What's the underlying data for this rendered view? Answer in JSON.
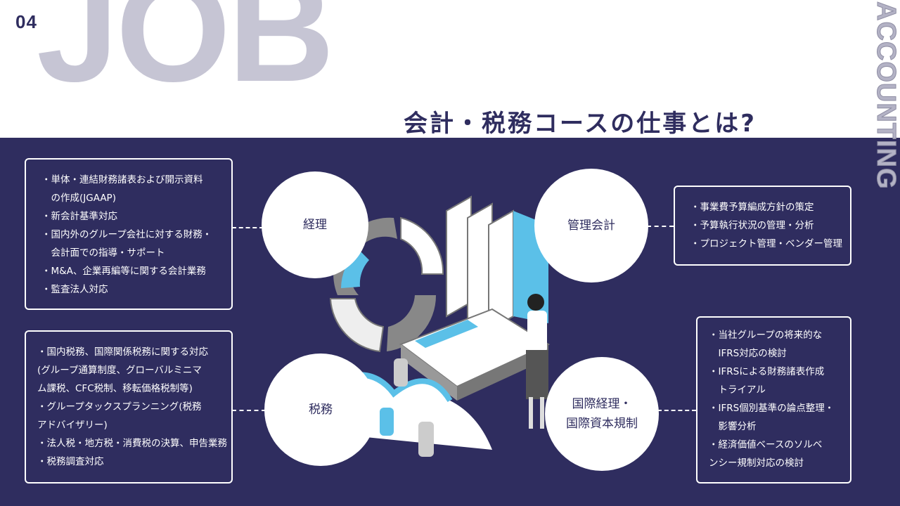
{
  "header": {
    "number": "04",
    "big_word": "JOB",
    "title": "会計・税務コースの仕事とは?",
    "vertical_label": "ACCOUNTING"
  },
  "roles": [
    {
      "name": "経理",
      "items": [
        "・単体・連結財務諸表および開示資料",
        "　の作成(JGAAP)",
        "・新会計基準対応",
        "・国内外のグループ会社に対する財務・",
        "　会計面での指導・サポート",
        "・M&A、企業再編等に関する会計業務",
        "・監査法人対応"
      ]
    },
    {
      "name": "管理会計",
      "items": [
        "・事業費予算編成方針の策定",
        "・予算執行状況の管理・分析",
        "・プロジェクト管理・ベンダー管理"
      ]
    },
    {
      "name": "税務",
      "items": [
        "・国内税務、国際関係税務に関する対応",
        "(グループ通算制度、グローバルミニマ",
        "ム課税、CFC税制、移転価格税制等)",
        "・グループタックスプランニング(税務",
        "アドバイザリー)",
        "・法人税・地方税・消費税の決算、申告業務",
        "・税務調査対応"
      ]
    },
    {
      "name_line1": "国際経理・",
      "name_line2": "国際資本規制",
      "items": [
        "・当社グループの将来的な",
        "　IFRS対応の検討",
        "・IFRSによる財務諸表作成",
        "　トライアル",
        "・IFRS個別基準の論点整理・",
        "　影響分析",
        "・経済価値ベースのソルベ",
        "ンシー規制対応の検討"
      ]
    }
  ],
  "colors": {
    "navy": "#2f2d5f",
    "accent": "#5bc0e8",
    "job_grey": "#c6c5d4"
  }
}
